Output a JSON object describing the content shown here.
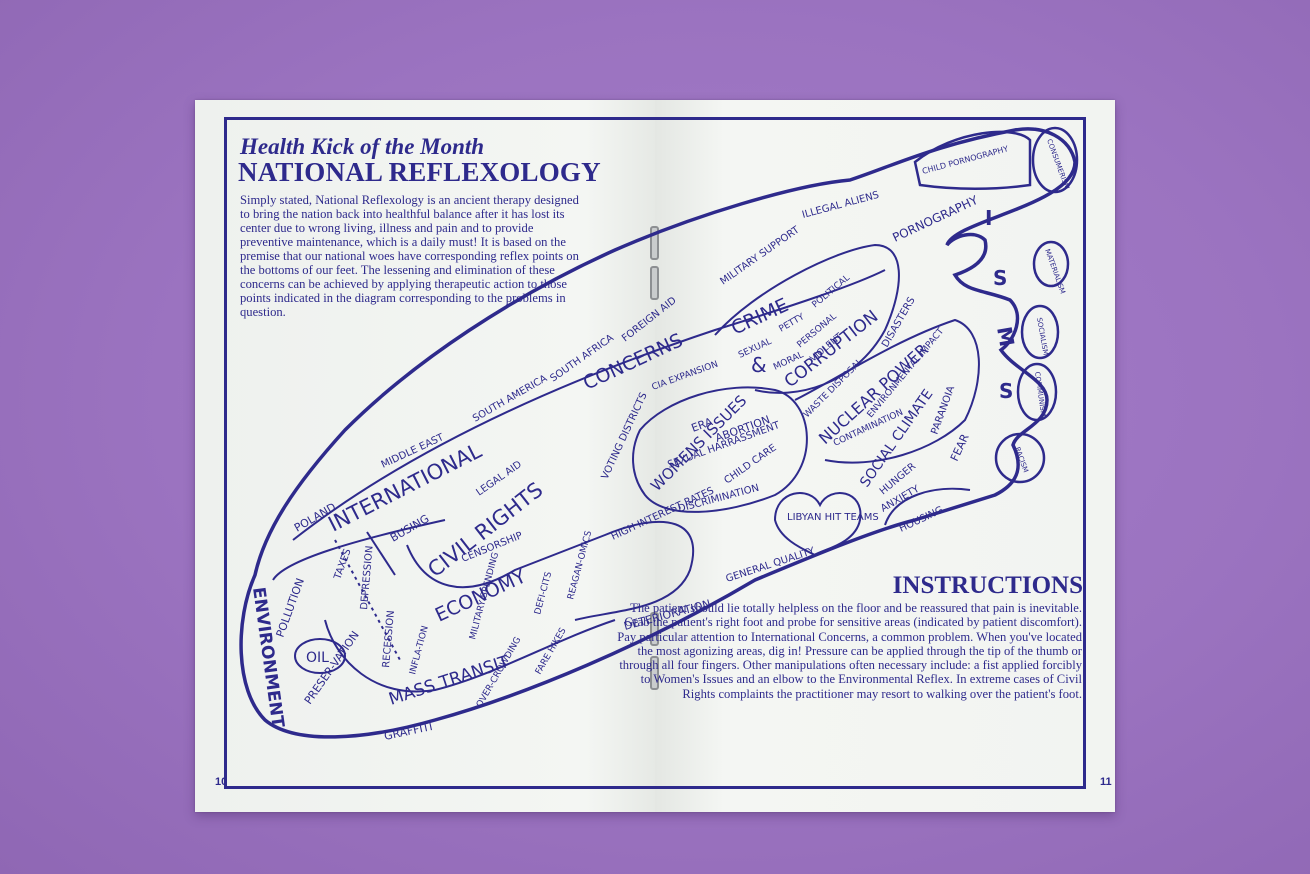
{
  "left_page": {
    "kicker": "Health Kick of the Month",
    "title": "NATIONAL REFLEXOLOGY",
    "intro": "Simply stated, National Reflexology is an ancient therapy designed to bring the nation back into healthful balance after it has lost its center due to wrong living, illness and pain and to provide preventive maintenance, which is a daily must! It is based on the premise that our national woes have corresponding reflex points on the bottoms of our feet. The lessening and elimination of these concerns can be achieved by applying therapeutic action to those points indicated in the diagram corresponding to the problems in question.",
    "page_number": "10"
  },
  "right_page": {
    "instructions_title": "INSTRUCTIONS",
    "instructions_text": "The patient should lie totally helpless on the floor and be reassured that pain is inevitable. Grab the patient's right foot and probe for sensitive areas (indicated by patient discomfort). Pay particular attention to International Concerns, a common problem. When you've located the most agonizing areas, dig in! Pressure can be applied through the tip of the thumb or through all four fingers. Other manipulations often necessary include: a fist applied forcibly to Women's Issues and an elbow to the Environmental Reflex. In extreme cases of Civil Rights complaints the practitioner may resort to walking over the patient's foot.",
    "page_number": "11"
  },
  "diagram": {
    "heel": {
      "environment": "ENVIRONMENT",
      "pollution": "POLLUTION",
      "oil": "OIL",
      "preservation": "PRESER-VATION",
      "taxes": "TAXES",
      "depression": "DEPRESSION",
      "recession": "RECESSION",
      "inflation": "INFLA-TION",
      "military_spending": "MILITARY SPENDING",
      "deficits": "DEFI-CITS",
      "reaganomics": "REAGAN-OMICS",
      "high_interest_rates": "HIGH INTEREST RATES",
      "economy": "ECONOMY",
      "mass_transit": "MASS TRANSIT",
      "graffiti": "GRAFFITI",
      "overcrowding": "OVER-CROWDING",
      "fare_hikes": "FARE HIKES",
      "deterioration": "DETERIORATION",
      "general_quality": "GENERAL QUALITY"
    },
    "middle": {
      "poland": "POLAND",
      "international": "INTERNATIONAL",
      "concerns": "CONCERNS",
      "middle_east": "MIDDLE EAST",
      "south_america": "SOUTH AMERICA",
      "south_africa": "SOUTH AFRICA",
      "foreign_aid": "FOREIGN AID",
      "military_support": "MILITARY SUPPORT",
      "illegal_aliens": "ILLEGAL ALIENS",
      "cia_expansion": "CIA EXPANSION",
      "busing": "BUSING",
      "legal_aid": "LEGAL AID",
      "civil_rights": "CIVIL RIGHTS",
      "censorship": "CENSORSHIP",
      "voting_districts": "VOTING DISTRICTS",
      "womens_issues": "WOMENS ISSUES",
      "era": "ERA",
      "abortion": "ABORTION",
      "sexual_harrassment": "SEXUAL HARRASSMENT",
      "child_care": "CHILD CARE",
      "discrimination": "DISCRIMINATION",
      "crime": "CRIME",
      "corruption": "CORRUPTION",
      "amp": "&",
      "sexual": "SEXUAL",
      "petty": "PETTY",
      "political": "POLITICAL",
      "personal": "PERSONAL",
      "moral": "MORAL",
      "violent": "VIOLENT",
      "waste_disposal": "WASTE DISPOSAL",
      "nuclear_power": "NUCLEAR POWER",
      "disasters": "DISASTERS",
      "environmental_impact": "ENVIRONMENTAL IMPACT",
      "contamination": "CONTAMINATION",
      "libyan_hit_teams": "LIBYAN HIT TEAMS",
      "social_climate": "SOCIAL CLIMATE",
      "hunger": "HUNGER",
      "anxiety": "ANXIETY",
      "paranoia": "PARANOIA",
      "fear": "FEAR",
      "housing": "HOUSING"
    },
    "toes": {
      "pornography": "PORNOGRAPHY",
      "child_pornography": "CHILD PORNOGRAPHY",
      "i": "I",
      "s1": "S",
      "m": "M",
      "s2": "S",
      "consumerism": "CONSUMERISM",
      "materialism": "MATERIALISM",
      "socialism": "SOCIALISM",
      "communism": "COMMUNISM",
      "racism": "RACISM"
    }
  }
}
